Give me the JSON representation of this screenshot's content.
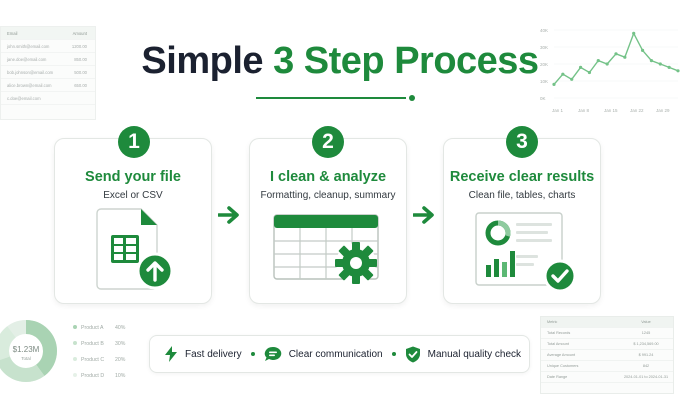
{
  "title": {
    "part1": "Simple",
    "part2": "3 Step Process"
  },
  "steps": [
    {
      "number": "1",
      "title": "Send your file",
      "subtitle": "Excel or CSV"
    },
    {
      "number": "2",
      "title": "I clean & analyze",
      "subtitle": "Formatting, cleanup, summary"
    },
    {
      "number": "3",
      "title": "Receive clear results",
      "subtitle": "Clean file, tables, charts"
    }
  ],
  "features": [
    {
      "label": "Fast delivery",
      "icon": "lightning-icon"
    },
    {
      "label": "Clear communication",
      "icon": "chat-bubble-icon"
    },
    {
      "label": "Manual quality check",
      "icon": "shield-check-icon"
    }
  ],
  "bg_table": {
    "headers": [
      "Email",
      "Amount"
    ],
    "rows": [
      [
        "john.smith@email.com",
        "1200.00"
      ],
      [
        "jane.doe@email.com",
        "850.00"
      ],
      [
        "bob.johnson@email.com",
        "500.00"
      ],
      [
        "alice.brown@email.com",
        "650.00"
      ],
      [
        "c.doe@email.com",
        ""
      ]
    ]
  },
  "bg_line_chart": {
    "y_ticks": [
      "40K",
      "30K",
      "20K",
      "10K",
      "0K"
    ],
    "x_ticks": [
      "Jan 1",
      "Jan 8",
      "Jan 15",
      "Jan 22",
      "Jan 29"
    ],
    "values": [
      8,
      14,
      11,
      18,
      15,
      22,
      20,
      26,
      24,
      38,
      28,
      22,
      20,
      18,
      16
    ]
  },
  "bg_donut": {
    "center_value": "$1.23M",
    "center_label": "Total",
    "legend": [
      {
        "name": "Product A",
        "value": "40%"
      },
      {
        "name": "Product B",
        "value": "30%"
      },
      {
        "name": "Product C",
        "value": "20%"
      },
      {
        "name": "Product D",
        "value": "10%"
      }
    ]
  },
  "bg_metrics": {
    "headers": [
      "Metric",
      "Value"
    ],
    "rows": [
      [
        "Total Records",
        "1245"
      ],
      [
        "Total Amount",
        "$ 1,234,569.00"
      ],
      [
        "Average Amount",
        "$ 991.24"
      ],
      [
        "Unique Customers",
        "842"
      ],
      [
        "Date Range",
        "2024-01-01 to 2024-01-31"
      ]
    ]
  },
  "colors": {
    "accent": "#1e8a3c",
    "title_dark": "#1b2130"
  }
}
